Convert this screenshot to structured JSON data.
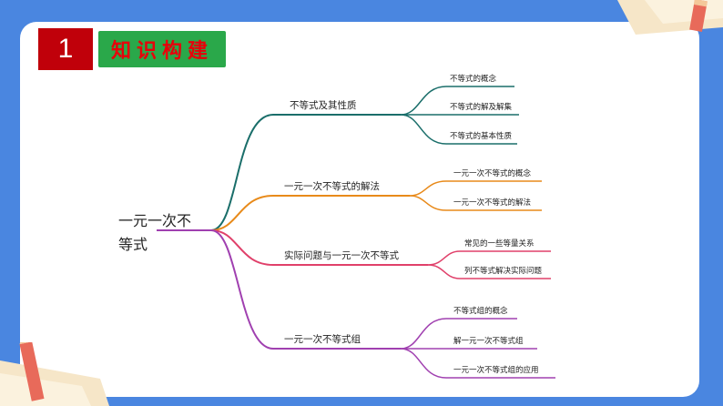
{
  "badge": {
    "number": "1"
  },
  "title": "知识构建",
  "root": {
    "line1": "一元一次不",
    "line2": "等式"
  },
  "branches": [
    {
      "label": "不等式及其性质",
      "color": "#1a6e6a",
      "leaves": [
        "不等式的概念",
        "不等式的解及解集",
        "不等式的基本性质"
      ]
    },
    {
      "label": "一元一次不等式的解法",
      "color": "#e88a1a",
      "leaves": [
        "一元一次不等式的概念",
        "一元一次不等式的解法"
      ]
    },
    {
      "label": "实际问题与一元一次不等式",
      "color": "#e0406a",
      "leaves": [
        "常见的一些等量关系",
        "列不等式解决实际问题"
      ]
    },
    {
      "label": "一元一次不等式组",
      "color": "#a040b0",
      "leaves": [
        "不等式组的概念",
        "解一元一次不等式组",
        "一元一次不等式组的应用"
      ]
    }
  ]
}
